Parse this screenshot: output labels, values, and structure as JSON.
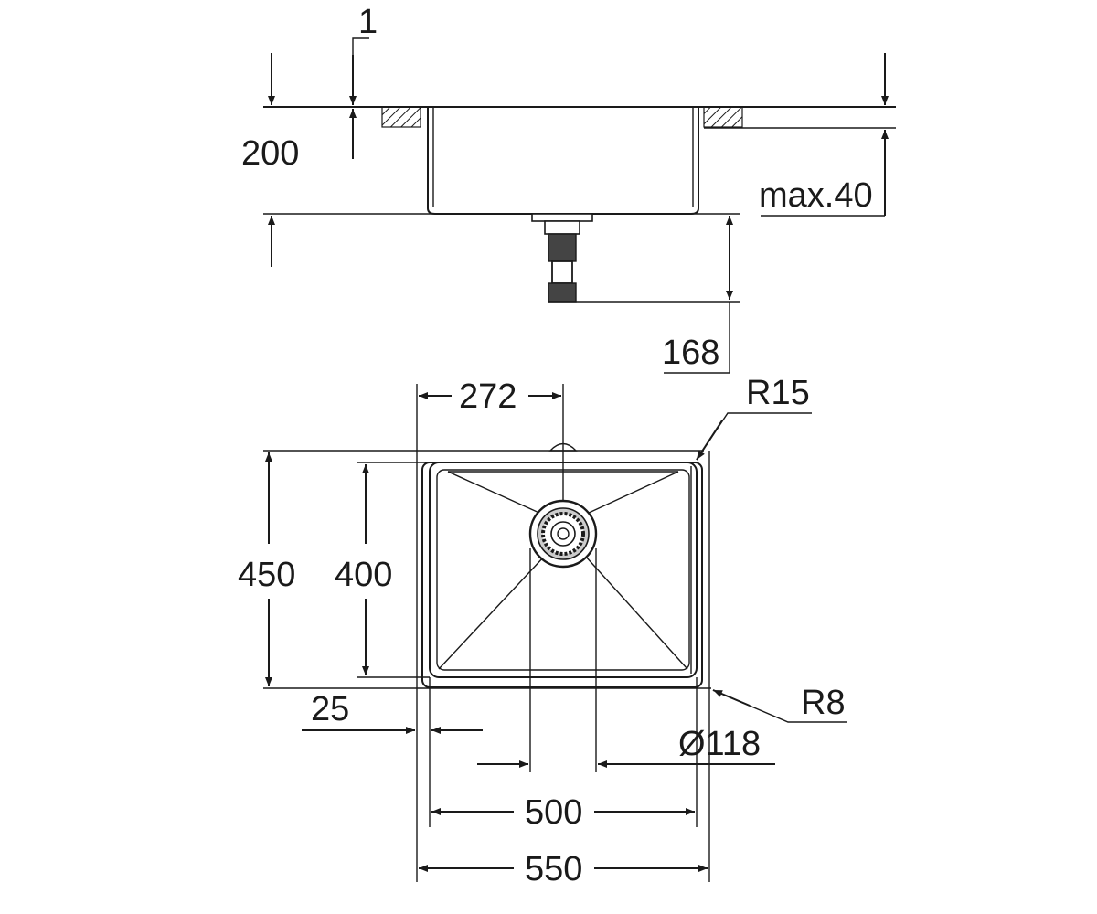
{
  "diagram": {
    "colors": {
      "line": "#1a1a1a",
      "background": "#ffffff"
    },
    "side_view": {
      "labels": {
        "rim_thickness": "1",
        "depth": "200",
        "countertop_thickness": "max.40",
        "drain_length": "168"
      }
    },
    "top_view": {
      "labels": {
        "drain_offset": "272",
        "corner_radius_outer": "R15",
        "outer_depth": "450",
        "inner_depth": "400",
        "rim_width": "25",
        "corner_radius_inner": "R8",
        "drain_diameter": "Ø118",
        "inner_width": "500",
        "outer_width": "550"
      }
    }
  }
}
